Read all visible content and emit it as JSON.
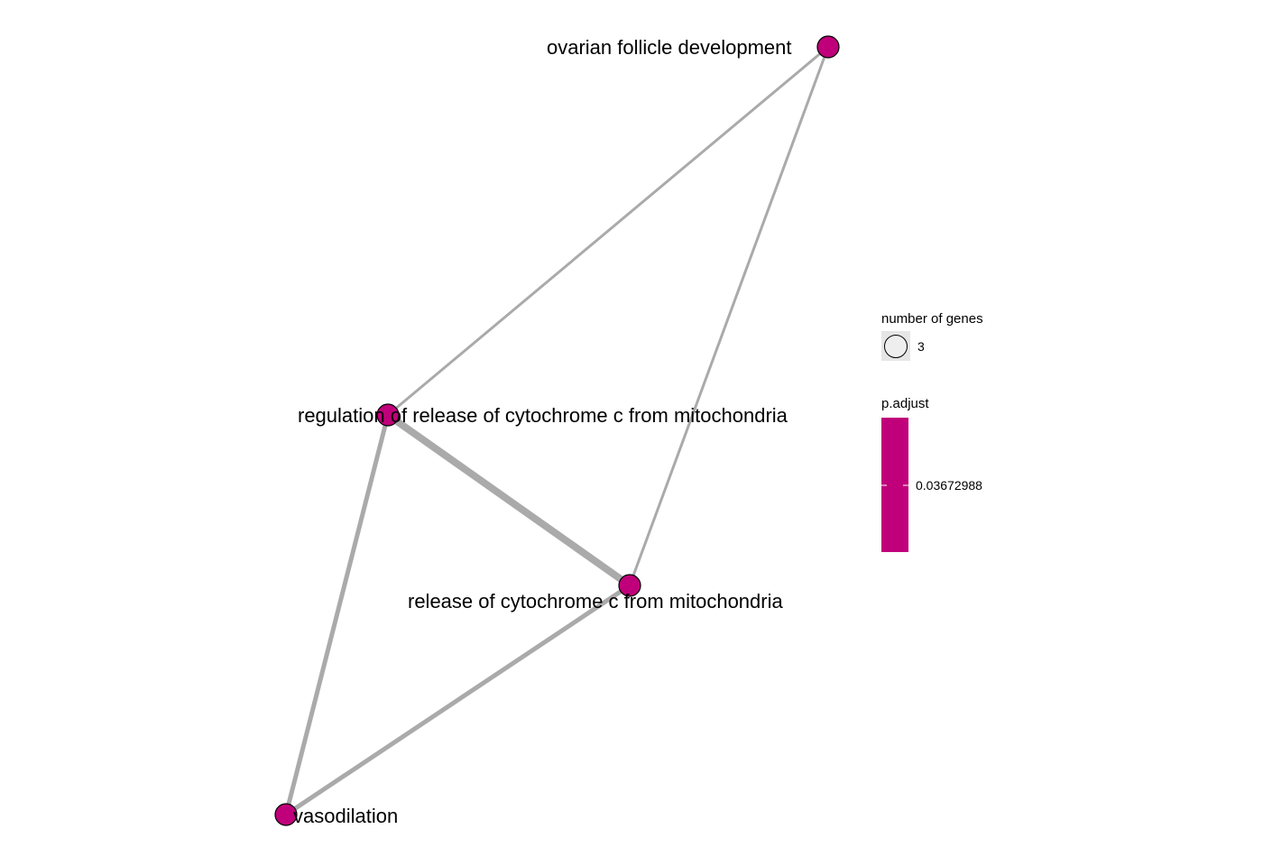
{
  "network": {
    "nodes": [
      {
        "id": "ovarian",
        "label": "ovarian follicle development",
        "genes": 3,
        "p_adjust": 0.03672988
      },
      {
        "id": "regulation",
        "label": "regulation of release of cytochrome c from mitochondria",
        "genes": 3,
        "p_adjust": 0.03672988
      },
      {
        "id": "release",
        "label": "release of cytochrome c from mitochondria",
        "genes": 3,
        "p_adjust": 0.03672988
      },
      {
        "id": "vaso",
        "label": "vasodilation",
        "genes": 3,
        "p_adjust": 0.03672988
      }
    ],
    "edges": [
      {
        "source": "ovarian",
        "target": "regulation",
        "weight": "thin"
      },
      {
        "source": "ovarian",
        "target": "release",
        "weight": "thin"
      },
      {
        "source": "regulation",
        "target": "release",
        "weight": "thick"
      },
      {
        "source": "regulation",
        "target": "vaso",
        "weight": "medium"
      },
      {
        "source": "release",
        "target": "vaso",
        "weight": "medium"
      }
    ]
  },
  "legend": {
    "size_title": "number of genes",
    "size_value": "3",
    "color_title": "p.adjust",
    "color_value": "0.03672988"
  },
  "colors": {
    "node_fill": "#c0007a",
    "edge": "#aaaaaa",
    "size_key_fill": "#e6e6e6"
  }
}
